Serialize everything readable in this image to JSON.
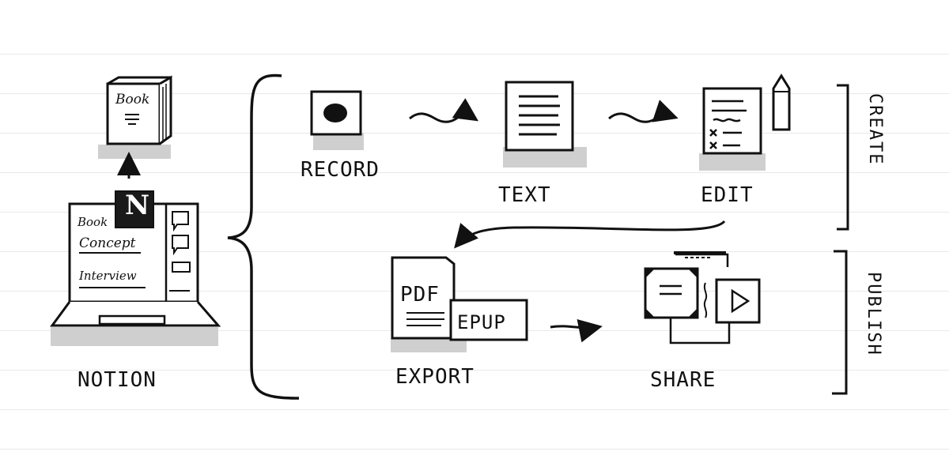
{
  "stages": {
    "notion": "NOTION",
    "record": "RECORD",
    "text": "TEXT",
    "edit": "EDIT",
    "export": "EXPORT",
    "share": "SHARE"
  },
  "groups": {
    "create": "CREATE",
    "publish": "PUBLISH"
  },
  "book_cover": "Book",
  "laptop_notes": [
    "Book",
    "Concept",
    "Interview"
  ],
  "notion_logo_letter": "N",
  "formats": {
    "pdf": "PDF",
    "epub": "EPUP"
  }
}
